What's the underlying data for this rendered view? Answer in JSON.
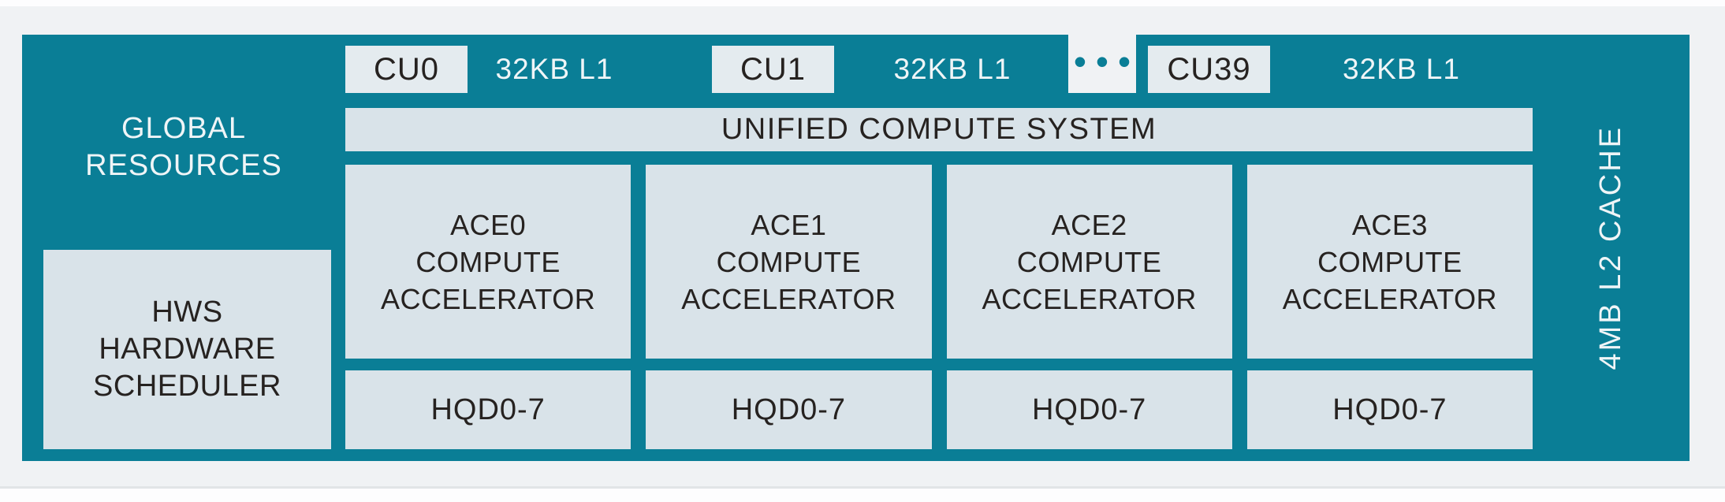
{
  "colors": {
    "teal": "#0A7E96",
    "box_fill": "#D9E3E9",
    "cu_box_fill": "#E4EBEF",
    "dark_text": "#262220",
    "light_text": "#EFF5F7",
    "canvas_bg": "#F0F2F4"
  },
  "diagram": {
    "global_resources": {
      "label": "GLOBAL\nRESOURCES"
    },
    "hws_scheduler": {
      "label": "HWS\nHARDWARE\nSCHEDULER"
    },
    "compute_units": {
      "cu_labels": [
        "CU0",
        "CU1",
        "CU39"
      ],
      "l1_label": "32KB L1",
      "ellipsis": "•••"
    },
    "unified_compute": {
      "label": "UNIFIED COMPUTE SYSTEM"
    },
    "ace_labels": [
      "ACE0\nCOMPUTE\nACCELERATOR",
      "ACE1\nCOMPUTE\nACCELERATOR",
      "ACE2\nCOMPUTE\nACCELERATOR",
      "ACE3\nCOMPUTE\nACCELERATOR"
    ],
    "hqd_label": "HQD0-7",
    "l2_cache": {
      "label": "4MB L2 CACHE"
    }
  }
}
